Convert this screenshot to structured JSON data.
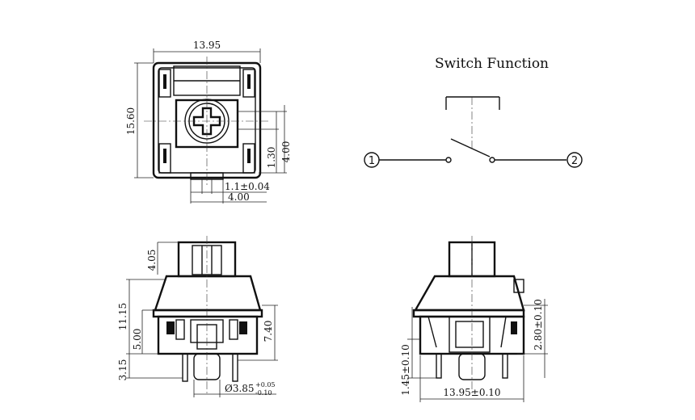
{
  "switch_function": {
    "title": "Switch Function",
    "terminal_1": "1",
    "terminal_2": "2"
  },
  "top_view": {
    "width": "13.95",
    "height": "15.60",
    "offset_a": "1.30",
    "offset_b": "4.00",
    "stem_tol": "1.1±0.04",
    "spacing": "4.00"
  },
  "front_view": {
    "stem_height": "4.05",
    "total_height": "11.15",
    "body_depth": "5.00",
    "pin_length": "3.15",
    "side_height": "7.40",
    "diameter": "Ø3.85",
    "tol_upper": "+0.05",
    "tol_lower": "-0.10"
  },
  "side_view": {
    "pin_height": "1.45±0.10",
    "clip_height": "2.80±0.10",
    "width": "13.95±0.10"
  }
}
